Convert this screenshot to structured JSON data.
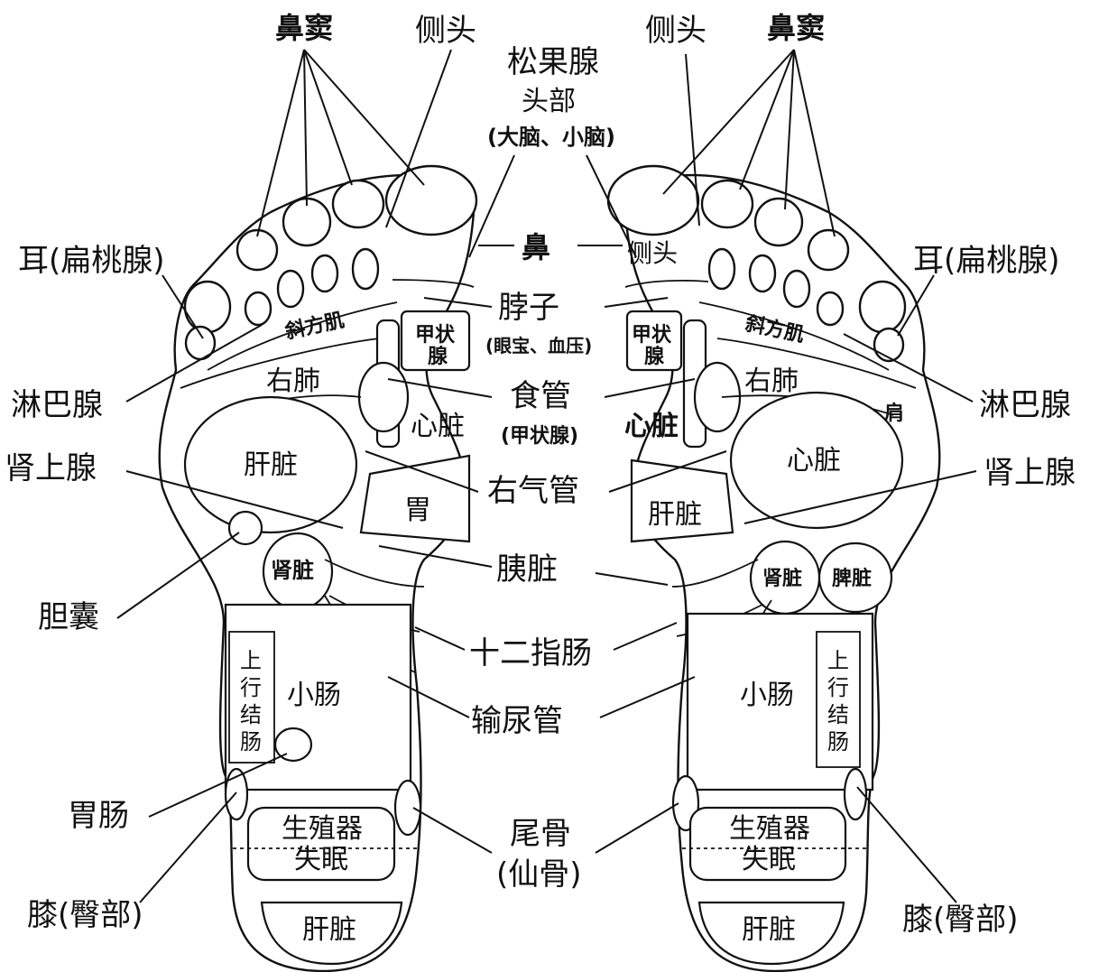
{
  "labels": {
    "nose_sinus": "鼻窦",
    "side_head": "侧头",
    "pineal": "松果腺",
    "head": "头部",
    "brain": "(大脑、小脑)",
    "nose": "鼻",
    "neck": "脖子",
    "neck_sub": "(眼宝、血压)",
    "esophagus": "食管",
    "esophagus_sub": "(甲状腺)",
    "trachea": "右气管",
    "pancreas": "胰脏",
    "duodenum": "十二指肠",
    "ureter": "输尿管",
    "coccyx": "尾骨",
    "coccyx_sub": "(仙骨)",
    "ear": "耳(扁桃腺)",
    "lymph": "淋巴腺",
    "adrenal": "肾上腺",
    "gallbladder": "胆囊",
    "stomach_intestine": "胃肠",
    "knee": "膝(臀部)"
  },
  "regions": {
    "trapezius": "斜方肌",
    "thyroid": "甲状腺",
    "right_lung": "右肺",
    "heart": "心脏",
    "liver": "肝脏",
    "stomach": "胃",
    "kidney": "肾脏",
    "spleen": "脾脏",
    "small_intestine": "小肠",
    "ascending_colon": "上行结肠",
    "shoulder": "肩",
    "reproductive": "生殖器",
    "insomnia": "失眠",
    "heel_liver": "肝脏",
    "side_head": "侧头"
  }
}
